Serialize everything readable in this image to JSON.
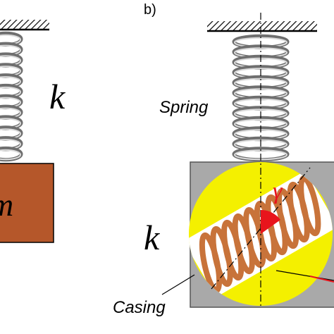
{
  "panel_a": {
    "stiffness_label": "k",
    "mass_label_partial": "m"
  },
  "panel_b": {
    "panel_label": "b)",
    "spring_label": "Spring",
    "stiffness_label": "k",
    "casing_label": "Casing",
    "angle_label": "γ"
  },
  "colors": {
    "mass_fill": "#b5572a",
    "casing_fill": "#a9a9a9",
    "disk_fill": "#f4f000",
    "coil_copper": "#c8733a",
    "angle_red": "#e8141c",
    "spring_steel": "#9a9a9a"
  }
}
